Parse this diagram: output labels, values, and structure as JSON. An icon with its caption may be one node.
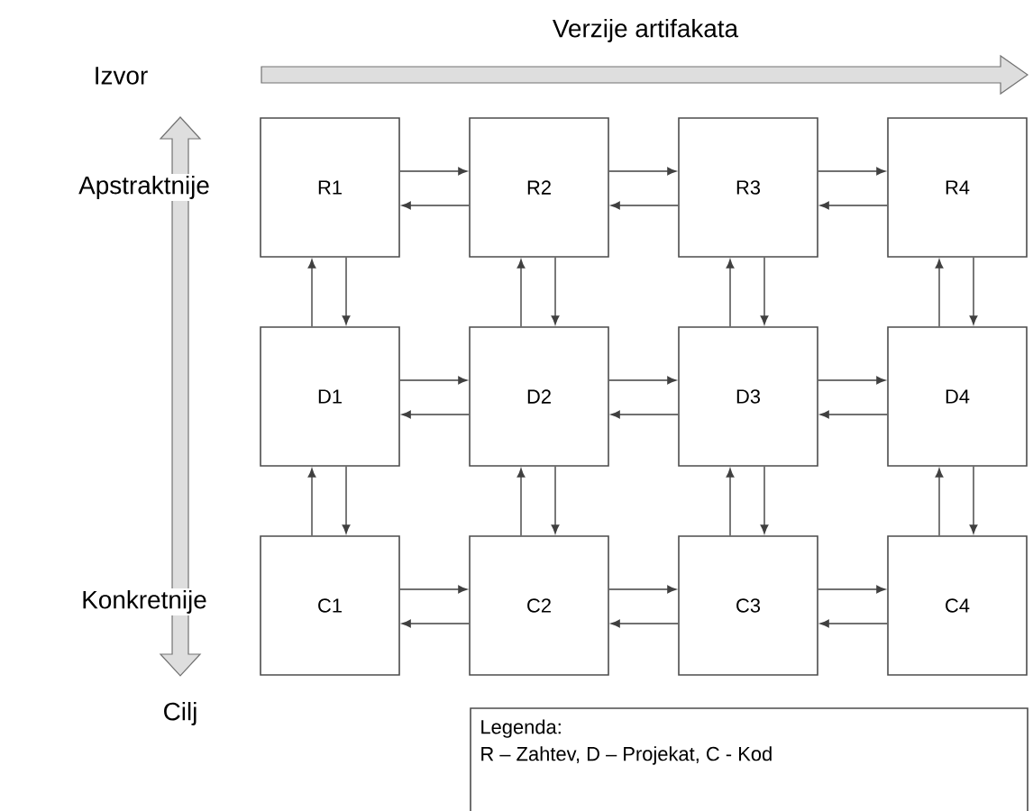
{
  "diagram": {
    "nodes": [
      {
        "text": [
          "R1"
        ]
      },
      {
        "text": [
          "R2"
        ]
      },
      {
        "text": [
          "R3"
        ]
      },
      {
        "text": [
          "R4"
        ]
      },
      {
        "text": [
          "D1"
        ]
      },
      {
        "text": [
          "D2"
        ]
      },
      {
        "text": [
          "D3"
        ]
      },
      {
        "text": [
          "D4"
        ]
      },
      {
        "text": [
          "C1"
        ]
      },
      {
        "text": [
          "C2"
        ]
      },
      {
        "text": [
          "C3"
        ]
      },
      {
        "text": [
          "C4"
        ]
      },
      {
        "text": [
          "Legenda:",
          "R – Zahtev, D – Projekat, C - Kod"
        ]
      }
    ],
    "edges": [
      {
        "from": 0,
        "to": 1,
        "arrow": "to"
      },
      {
        "from": 1,
        "to": 0,
        "arrow": "to"
      },
      {
        "from": 1,
        "to": 2,
        "arrow": "to"
      },
      {
        "from": 2,
        "to": 1,
        "arrow": "to"
      },
      {
        "from": 2,
        "to": 3,
        "arrow": "to"
      },
      {
        "from": 3,
        "to": 2,
        "arrow": "to"
      },
      {
        "from": 4,
        "to": 0,
        "arrow": "to"
      },
      {
        "from": 0,
        "to": 4,
        "arrow": "to"
      },
      {
        "from": 5,
        "to": 1,
        "arrow": "to"
      },
      {
        "from": 1,
        "to": 5,
        "arrow": "to"
      },
      {
        "from": 6,
        "to": 2,
        "arrow": "to"
      },
      {
        "from": 2,
        "to": 6,
        "arrow": "to"
      },
      {
        "from": 7,
        "to": 3,
        "arrow": "to"
      },
      {
        "from": 3,
        "to": 7,
        "arrow": "to"
      },
      {
        "from": 4,
        "to": 5,
        "arrow": "to"
      },
      {
        "from": 5,
        "to": 4,
        "arrow": "to"
      },
      {
        "from": 5,
        "to": 6,
        "arrow": "to"
      },
      {
        "from": 6,
        "to": 5,
        "arrow": "to"
      },
      {
        "from": 6,
        "to": 7,
        "arrow": "to"
      },
      {
        "from": 7,
        "to": 6,
        "arrow": "to"
      },
      {
        "from": 8,
        "to": 4,
        "arrow": "to"
      },
      {
        "from": 4,
        "to": 8,
        "arrow": "to"
      },
      {
        "from": 9,
        "to": 5,
        "arrow": "to"
      },
      {
        "from": 5,
        "to": 9,
        "arrow": "to"
      },
      {
        "from": 10,
        "to": 6,
        "arrow": "to"
      },
      {
        "from": 6,
        "to": 10,
        "arrow": "to"
      },
      {
        "from": 11,
        "to": 7,
        "arrow": "to"
      },
      {
        "from": 7,
        "to": 11,
        "arrow": "to"
      },
      {
        "from": 8,
        "to": 9,
        "arrow": "to"
      },
      {
        "from": 9,
        "to": 8,
        "arrow": "to"
      },
      {
        "from": 9,
        "to": 10,
        "arrow": "to"
      },
      {
        "from": 10,
        "to": 9,
        "arrow": "to"
      },
      {
        "from": 10,
        "to": 11,
        "arrow": "to"
      },
      {
        "from": 11,
        "to": 10,
        "arrow": "to"
      }
    ],
    "labels": [
      "Verzije artifakata",
      "Izvor",
      "Apstraktnije",
      "Konkretnije",
      "Cilj"
    ]
  }
}
